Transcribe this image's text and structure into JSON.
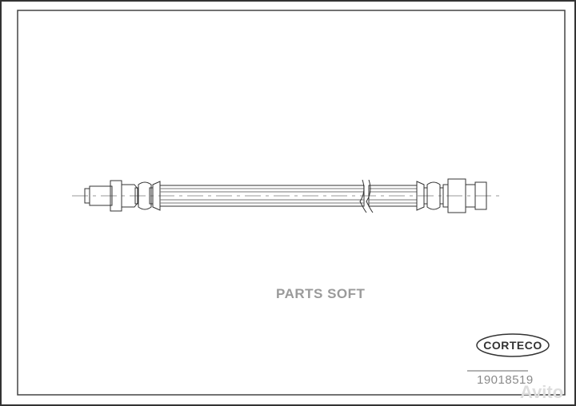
{
  "watermark": "PARTS SOFT",
  "brand_logo": "CORTECO",
  "part_number": "19018519",
  "site_watermark": "Avito"
}
